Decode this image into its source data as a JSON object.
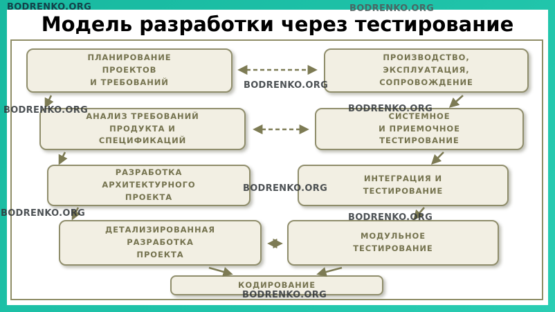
{
  "title": "Модель разработки через тестирование",
  "watermark": "BODRENKO.ORG",
  "theme": {
    "frame": "#1fc3a9",
    "panel_bg": "#ffffff",
    "panel_border": "#8f8d66",
    "box_fill": "#f2efe3",
    "box_border": "#8f8d6b",
    "box_text": "#75734f",
    "arrow": "#7d7b54",
    "title_color": "#000000",
    "watermark_color": "#2f3438"
  },
  "boxes": {
    "planning": {
      "label": "ПЛАНИРОВАНИЕ\nПРОЕКТОВ\nИ ТРЕБОВАНИЙ"
    },
    "production": {
      "label": "ПРОИЗВОДСТВО,\nЭКСПЛУАТАЦИЯ,\nСОПРОВОЖДЕНИЕ"
    },
    "analysis": {
      "label": "АНАЛИЗ ТРЕБОВАНИЙ\nПРОДУКТА И\nСПЕЦИФИКАЦИЙ"
    },
    "system_testing": {
      "label": "СИСТЕМНОЕ\nИ ПРИЕМОЧНОЕ\nТЕСТИРОВАНИЕ"
    },
    "architecture": {
      "label": "РАЗРАБОТКА\nАРХИТЕКТУРНОГО\nПРОЕКТА"
    },
    "integration": {
      "label": "ИНТЕГРАЦИЯ И\nТЕСТИРОВАНИЕ"
    },
    "detailed_design": {
      "label": "ДЕТАЛИЗИРОВАННАЯ\nРАЗРАБОТКА\nПРОЕКТА"
    },
    "module_testing": {
      "label": "МОДУЛЬНОЕ\nТЕСТИРОВАНИЕ"
    },
    "coding": {
      "label": "КОДИРОВАНИЕ"
    }
  }
}
